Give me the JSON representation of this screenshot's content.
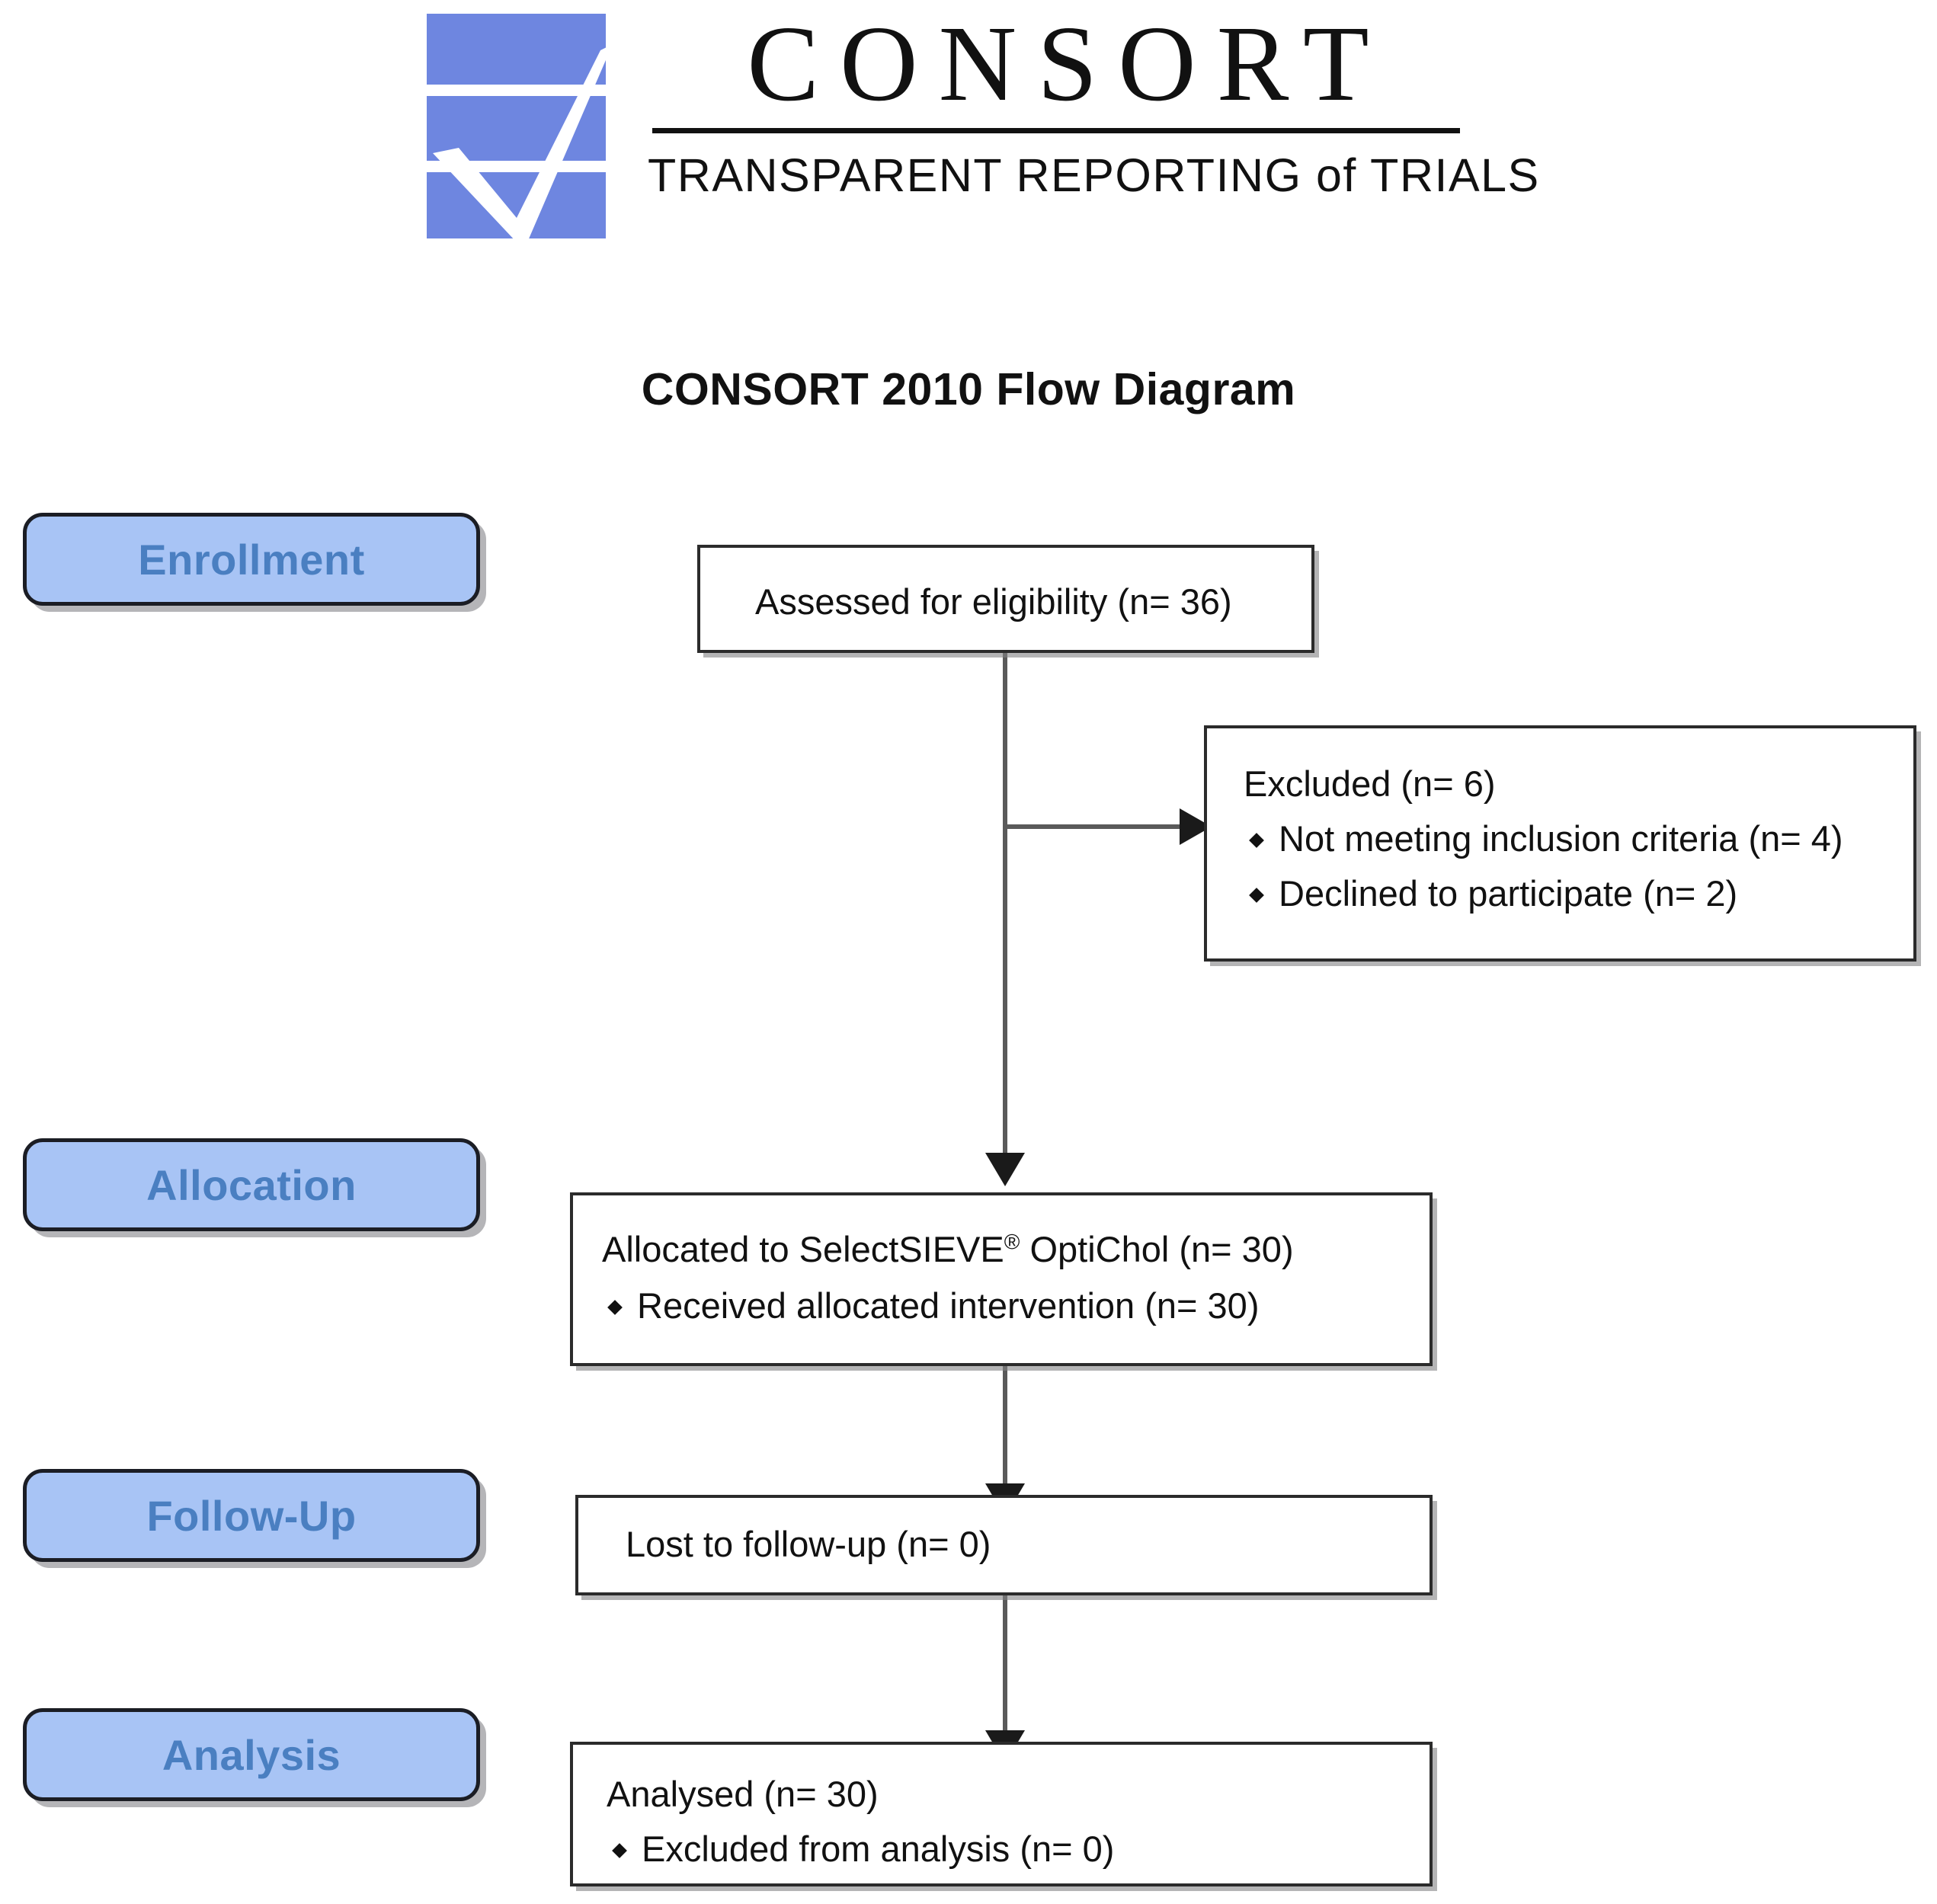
{
  "logo": {
    "wordmark": "CONSORT",
    "tagline": "TRANSPARENT REPORTING of TRIALS",
    "mark_color": "#6e86e0",
    "check_color": "#ffffff"
  },
  "title": "CONSORT 2010 Flow Diagram",
  "colors": {
    "stage_fill": "#a8c4f5",
    "stage_border": "#1b1d24",
    "stage_text": "#4a7fc1",
    "box_border": "#2b2b2b",
    "box_text": "#111111",
    "connector": "#5a5a5a"
  },
  "stages": [
    {
      "id": "enrollment",
      "label": "Enrollment"
    },
    {
      "id": "allocation",
      "label": "Allocation"
    },
    {
      "id": "follow-up",
      "label": "Follow-Up"
    },
    {
      "id": "analysis",
      "label": "Analysis"
    }
  ],
  "boxes": {
    "eligibility": {
      "name": "assessed-for-eligibility-box",
      "lines": [
        {
          "text": "Assessed for eligibility (n= 36)",
          "bullet": false
        }
      ]
    },
    "excluded": {
      "name": "excluded-box",
      "lines": [
        {
          "text": "Excluded  (n= 6)",
          "bullet": false
        },
        {
          "text": "Not meeting inclusion criteria (n= 4)",
          "bullet": true
        },
        {
          "text": "Declined to participate (n= 2)",
          "bullet": true
        }
      ]
    },
    "allocation": {
      "name": "allocation-box",
      "lines": [
        {
          "text": "Allocated to SelectSIEVE",
          "suffix": " OptiChol (n= 30)",
          "superscript": "®",
          "bullet": false
        },
        {
          "text": "Received allocated intervention (n= 30)",
          "bullet": true
        }
      ]
    },
    "followup": {
      "name": "follow-up-box",
      "lines": [
        {
          "text": "Lost to follow-up (n= 0)",
          "bullet": false
        }
      ]
    },
    "analysis": {
      "name": "analysis-box",
      "lines": [
        {
          "text": "Analysed  (n= 30)",
          "bullet": false
        },
        {
          "text": "Excluded from analysis (n= 0)",
          "bullet": true
        }
      ]
    }
  },
  "flow": {
    "eligibility_to_excluded": "branch-right-arrow",
    "eligibility_to_allocation": "down-arrow",
    "allocation_to_followup": "down-arrow",
    "followup_to_analysis": "down-arrow"
  }
}
